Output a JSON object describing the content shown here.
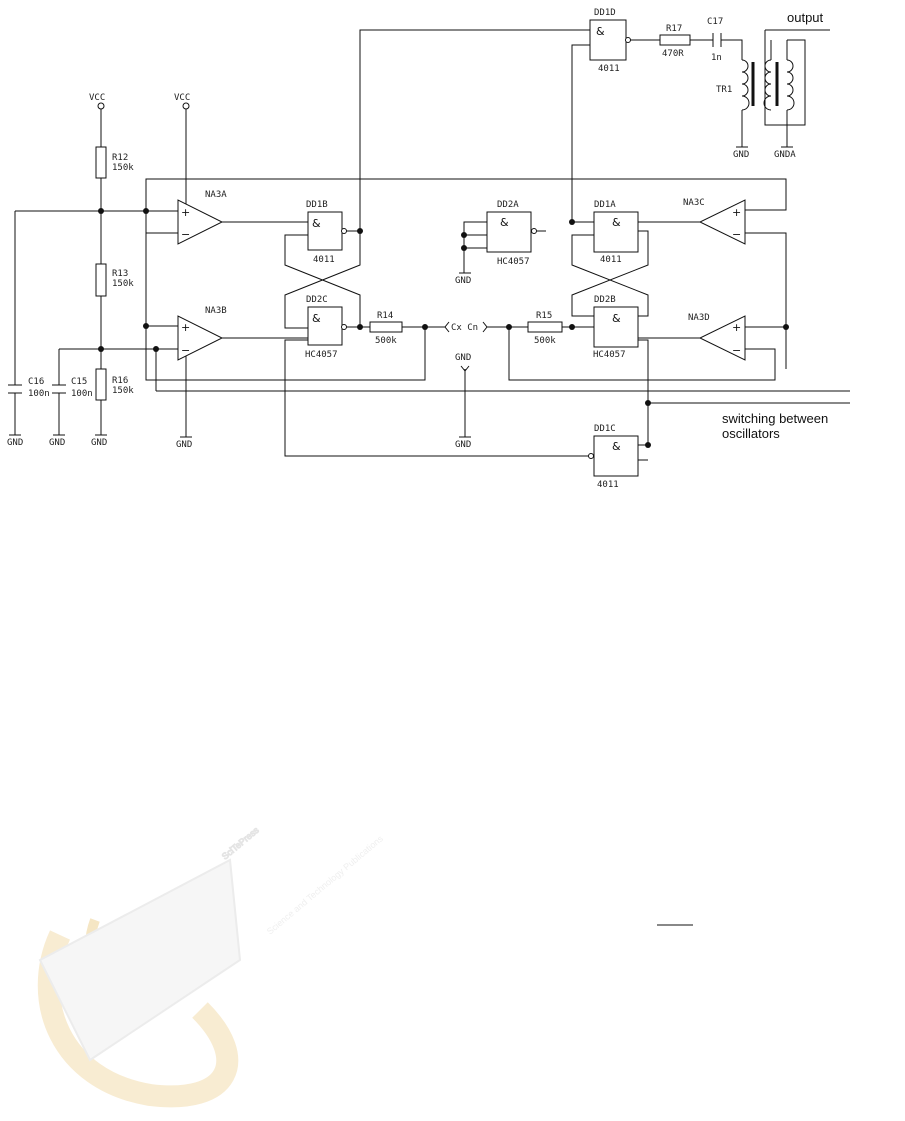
{
  "watermark": {
    "publisher": "SciTePress",
    "tagline": "Science and Technology Publications"
  },
  "schematic": {
    "supply": {
      "vcc": "VCC",
      "gnd": "GND",
      "gnda": "GNDA"
    },
    "resistors": {
      "r12": {
        "ref": "R12",
        "value": "150k"
      },
      "r13": {
        "ref": "R13",
        "value": "150k"
      },
      "r16": {
        "ref": "R16",
        "value": "150k"
      },
      "r14": {
        "ref": "R14",
        "value": "500k"
      },
      "r15": {
        "ref": "R15",
        "value": "500k"
      },
      "r17": {
        "ref": "R17",
        "value": "470R"
      }
    },
    "capacitors": {
      "c16": {
        "ref": "C16",
        "value": "100n"
      },
      "c15": {
        "ref": "C15",
        "value": "100n"
      },
      "c17": {
        "ref": "C17",
        "value": "1n"
      }
    },
    "opamps": {
      "na3a": "NA3A",
      "na3b": "NA3B",
      "na3c": "NA3C",
      "na3d": "NA3D"
    },
    "gates": {
      "dd1a": {
        "ref": "DD1A",
        "part": "4011"
      },
      "dd1b": {
        "ref": "DD1B",
        "part": "4011"
      },
      "dd1c": {
        "ref": "DD1C",
        "part": "4011"
      },
      "dd1d": {
        "ref": "DD1D",
        "part": "4011"
      },
      "dd2a": {
        "ref": "DD2A",
        "part": "HC4057"
      },
      "dd2b": {
        "ref": "DD2B",
        "part": "HC4057"
      },
      "dd2c": {
        "ref": "DD2C",
        "part": "HC4057"
      }
    },
    "gate_symbol": "&",
    "plus_sign": "+",
    "minus_sign": "−",
    "transformer": "TR1",
    "sensor": "Cx Cn",
    "output_label": "output",
    "switching_label_1": "switching between",
    "switching_label_2": "oscillators"
  }
}
